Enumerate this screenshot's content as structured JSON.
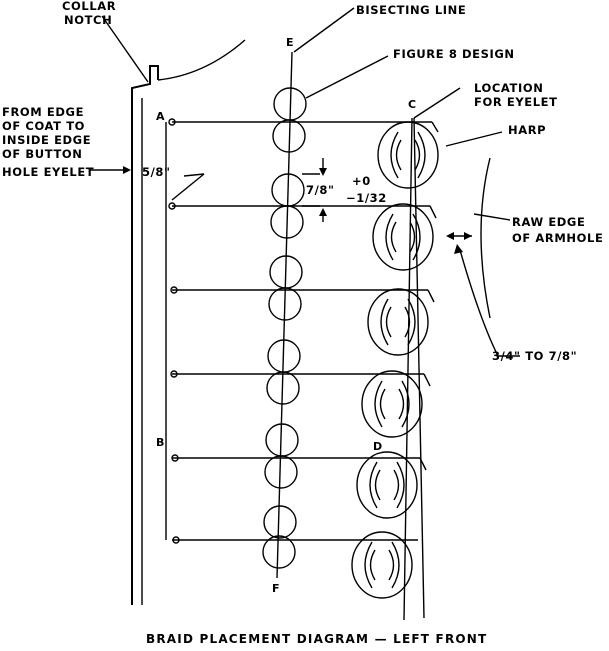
{
  "labels": {
    "collar_notch_1": "COLLAR",
    "collar_notch_2": "NOTCH",
    "bisecting_line": "BISECTING LINE",
    "figure8": "FIGURE 8 DESIGN",
    "location_1": "LOCATION",
    "location_2": "FOR EYELET",
    "harp": "HARP",
    "edge_1": "FROM EDGE",
    "edge_2": "OF COAT TO",
    "edge_3": "INSIDE EDGE",
    "edge_4": "OF BUTTON",
    "edge_5": "HOLE EYELET",
    "five_eighths": "5/8\"",
    "seven_eighths": "7/8\"",
    "tol_plus": "+0",
    "tol_minus": "−1/32",
    "raw_edge_1": "RAW EDGE",
    "raw_edge_2": "OF ARMHOLE",
    "range": "3/4\" TO 7/8\"",
    "caption": "BRAID PLACEMENT DIAGRAM — LEFT FRONT"
  },
  "points": {
    "A": "A",
    "B": "B",
    "C": "C",
    "D": "D",
    "E": "E",
    "F": "F"
  }
}
